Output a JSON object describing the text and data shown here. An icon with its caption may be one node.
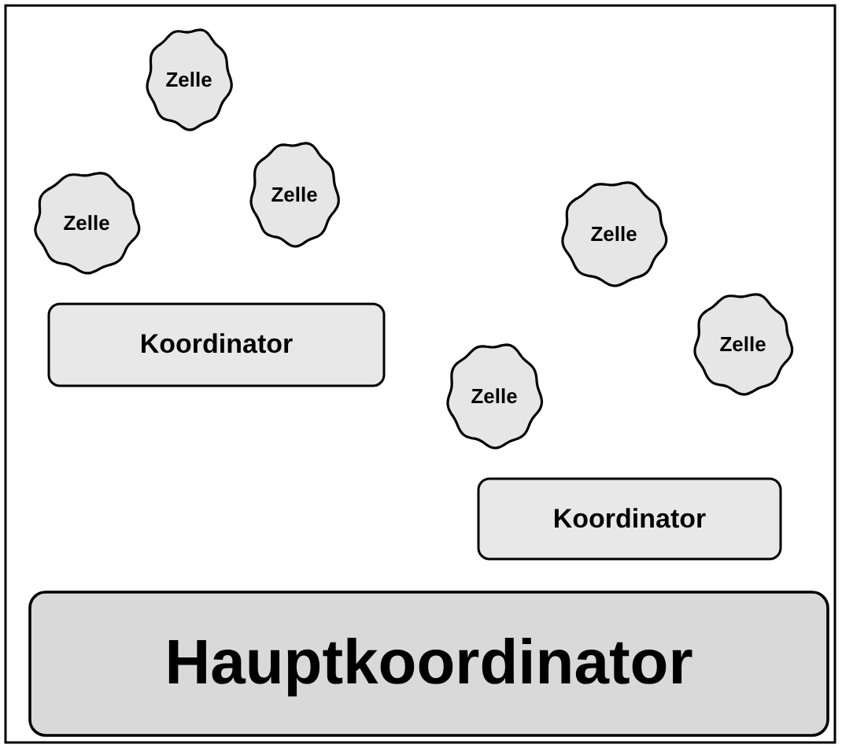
{
  "diagram": {
    "nodes": [
      {
        "text": [
          "Zelle"
        ]
      },
      {
        "text": [
          "Zelle"
        ]
      },
      {
        "text": [
          "Zelle"
        ]
      },
      {
        "text": [
          "Zelle"
        ]
      },
      {
        "text": [
          "Koordinator"
        ]
      },
      {
        "text": [
          "Zelle"
        ]
      },
      {
        "text": [
          "Zelle"
        ]
      },
      {
        "text": [
          "Koordinator"
        ]
      },
      {
        "text": [
          "Hauptkoordinator"
        ]
      }
    ]
  }
}
